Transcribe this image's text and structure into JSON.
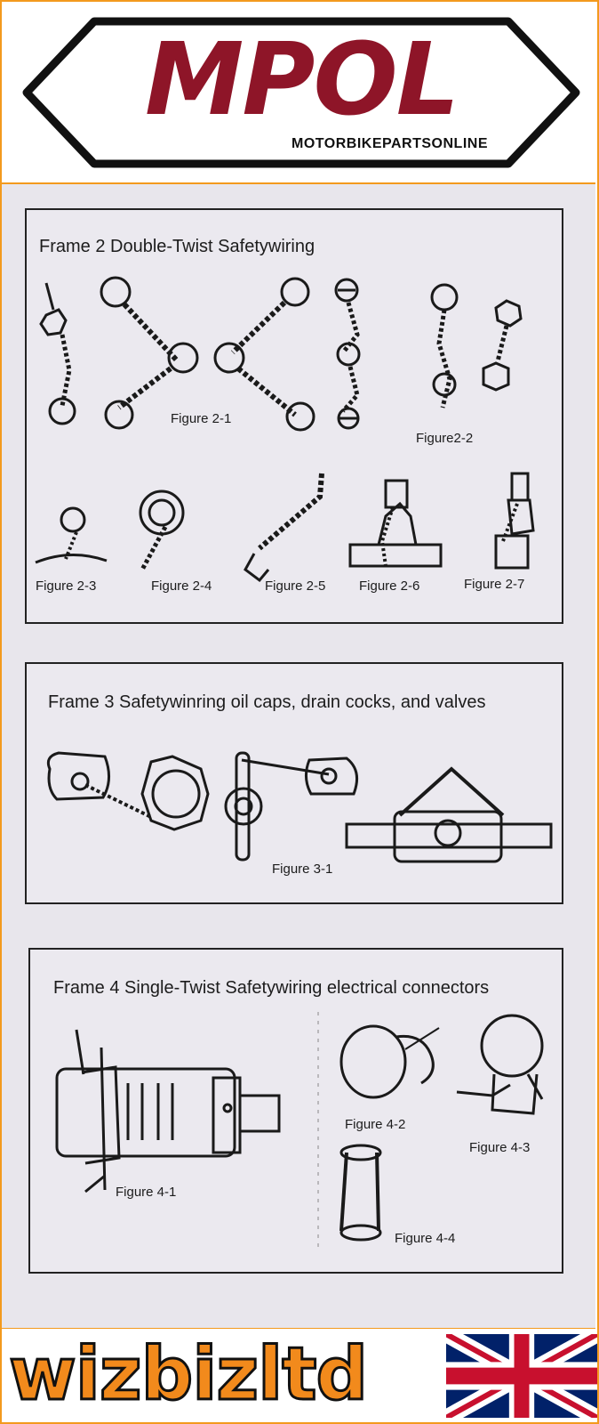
{
  "logo": {
    "title": "MPOL",
    "subtitle": "MOTORBIKEPARTSONLINE"
  },
  "frames": [
    {
      "title": "Frame 2 Double-Twist Safetywiring",
      "figures": [
        "Figure 2-1",
        "Figure2-2",
        "Figure 2-3",
        "Figure 2-4",
        "Figure 2-5",
        "Figure 2-6",
        "Figure 2-7"
      ]
    },
    {
      "title": "Frame 3 Safetywinring oil caps, drain cocks, and valves",
      "figures": [
        "Figure 3-1"
      ]
    },
    {
      "title": "Frame 4 Single-Twist Safetywiring electrical connectors",
      "figures": [
        "Figure 4-1",
        "Figure 4-2",
        "Figure 4-3",
        "Figure 4-4"
      ]
    }
  ],
  "footer": {
    "brand": "wizbizltd",
    "flag_icon": "union-jack-flag-icon"
  },
  "colors": {
    "logo_red": "#8e1528",
    "orange": "#f39a1e",
    "paper": "#e8e6ec"
  }
}
